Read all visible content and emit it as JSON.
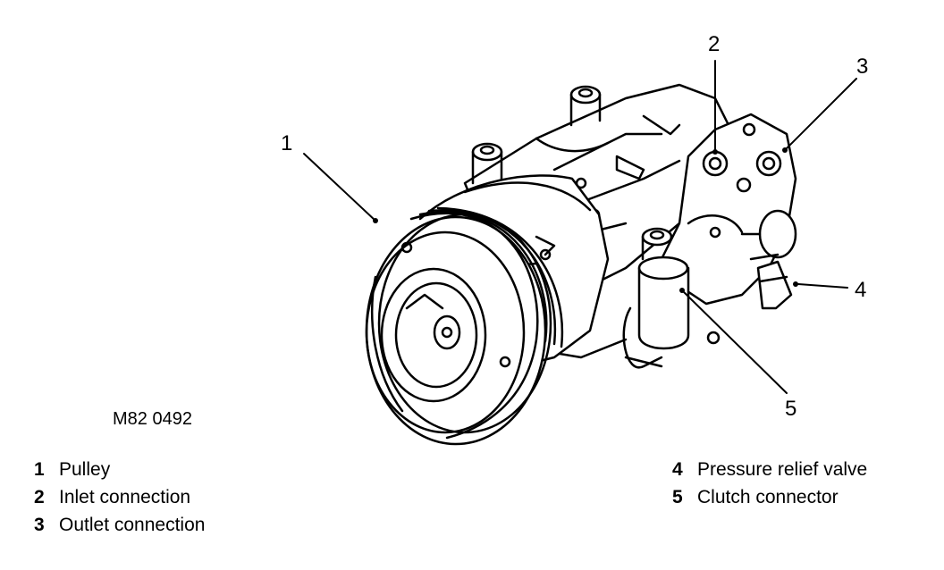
{
  "figure": {
    "reference": "M82 0492"
  },
  "callouts": [
    "1",
    "2",
    "3",
    "4",
    "5"
  ],
  "legend": {
    "left": [
      {
        "num": "1",
        "label": "Pulley"
      },
      {
        "num": "2",
        "label": "Inlet connection"
      },
      {
        "num": "3",
        "label": "Outlet connection"
      }
    ],
    "right": [
      {
        "num": "4",
        "label": "Pressure relief valve"
      },
      {
        "num": "5",
        "label": "Clutch connector"
      }
    ]
  }
}
